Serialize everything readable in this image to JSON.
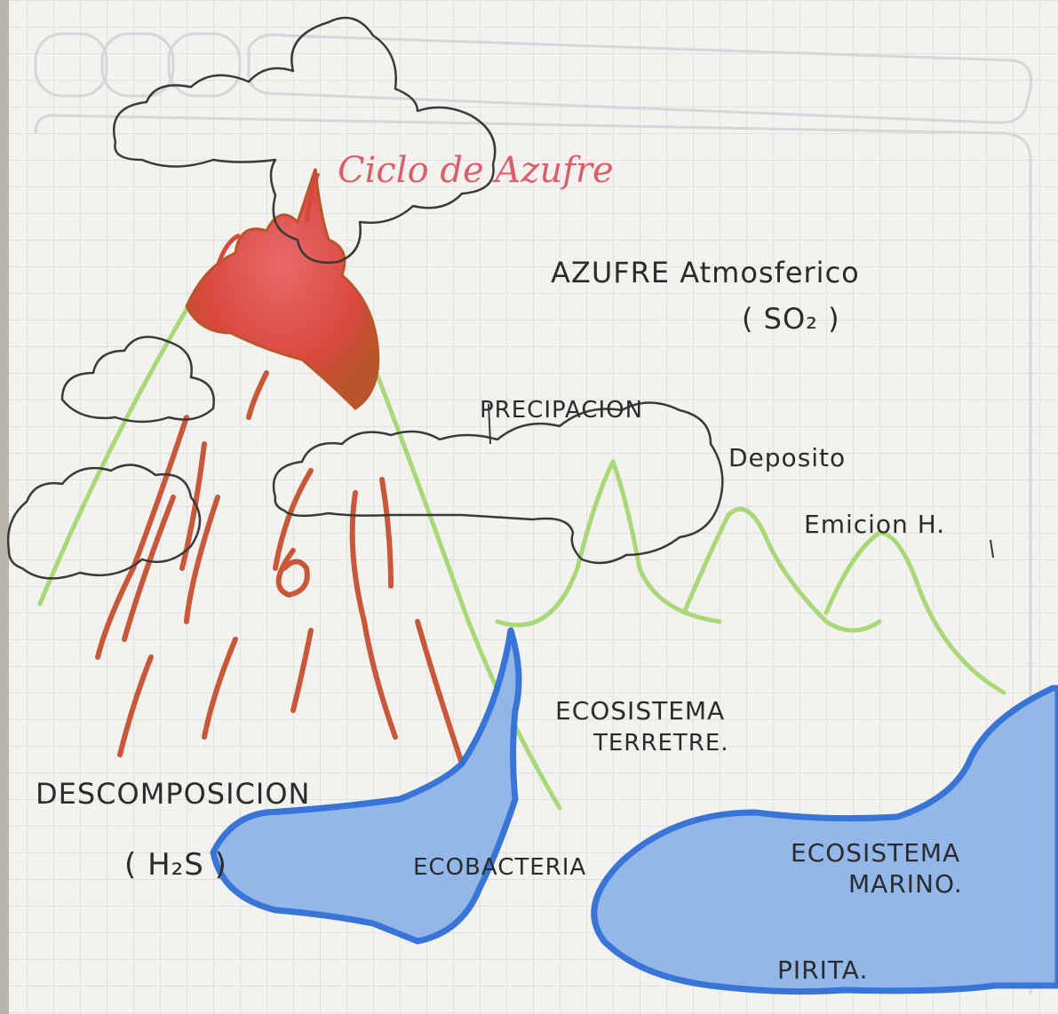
{
  "title": "Ciclo de Azufre",
  "labels": {
    "atmospheric": "AZUFRE Atmosferico",
    "atmospheric_formula": "( SO₂ )",
    "precipitation": "PRECIPACION",
    "deposit": "Deposito",
    "emission": "Emicion H.",
    "terrestrial_1": "ECOSISTEMA",
    "terrestrial_2": "TERRETRE.",
    "decomposition": "DESCOMPOSICION",
    "decomposition_formula": "( H₂S )",
    "bacteria": "ECOBACTERIA",
    "marine_1": "ECOSISTEMA",
    "marine_2": "MARINO.",
    "pyrite": "PIRITA."
  },
  "colors": {
    "paper": "#f4f2ee",
    "grid": "#c9ccd2",
    "ink": "#2b2b2b",
    "title": "#d9606a",
    "lava": "#e0524a",
    "lava_dark": "#c2542a",
    "streams": "#c8583a",
    "mountain": "#a8d878",
    "water_fill": "#8fb4ea",
    "water_edge": "#2f6fd6"
  }
}
